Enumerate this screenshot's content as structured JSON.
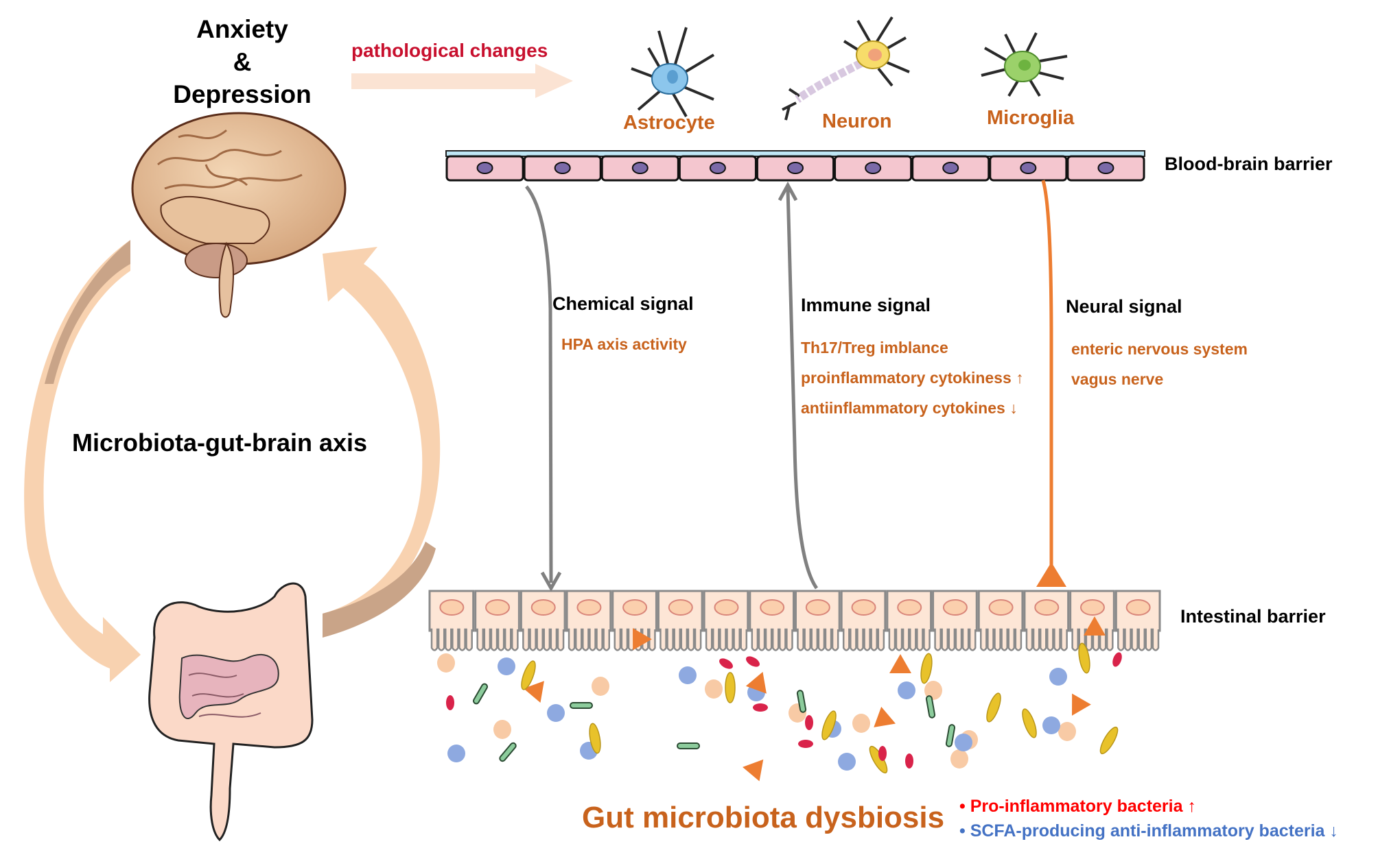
{
  "title": {
    "line1": "Anxiety",
    "line2": "&",
    "line3": "Depression"
  },
  "pathological_arrow": {
    "label": "pathological changes",
    "color": "#c8102e",
    "arrow_color": "#fbe3d3"
  },
  "brain_cells": [
    {
      "name": "astrocyte",
      "label": "Astrocyte",
      "color": "#7fbde6"
    },
    {
      "name": "neuron",
      "label": "Neuron",
      "color": "#f5d54a"
    },
    {
      "name": "microglia",
      "label": "Microglia",
      "color": "#8cc152"
    }
  ],
  "barriers": {
    "blood_brain": "Blood-brain barrier",
    "intestinal": "Intestinal barrier"
  },
  "axis_label": "Microbiota-gut-brain axis",
  "signals": [
    {
      "name": "chemical",
      "heading": "Chemical signal",
      "direction": "brain-to-gut",
      "arrow_color": "#808080",
      "items": [
        "HPA axis activity"
      ]
    },
    {
      "name": "immune",
      "heading": "Immune signal",
      "direction": "gut-to-brain",
      "arrow_color": "#808080",
      "items": [
        "Th17/Treg imblance",
        "proinflammatory cytokiness ↑",
        "antiinflammatory cytokines ↓"
      ]
    },
    {
      "name": "neural",
      "heading": "Neural signal",
      "direction": "gut-to-brain",
      "arrow_color": "#ed7d31",
      "items": [
        "enteric nervous system",
        "vagus nerve"
      ]
    }
  ],
  "dysbiosis": {
    "label": "Gut microbiota dysbiosis",
    "bullets": [
      {
        "text": "• Pro-inflammatory bacteria ↑",
        "color": "#ff0000"
      },
      {
        "text": "• SCFA-producing anti-inflammatory bacteria ↓",
        "color": "#4472c4"
      }
    ]
  },
  "colors": {
    "accent_orange": "#ed7d31",
    "label_orange": "#c8621c",
    "bbb_cell": "#f4c6cf",
    "intestinal_cell": "#fde6d6",
    "arrow_left": "#f8d2b0",
    "arrow_right": "#c9a488"
  }
}
